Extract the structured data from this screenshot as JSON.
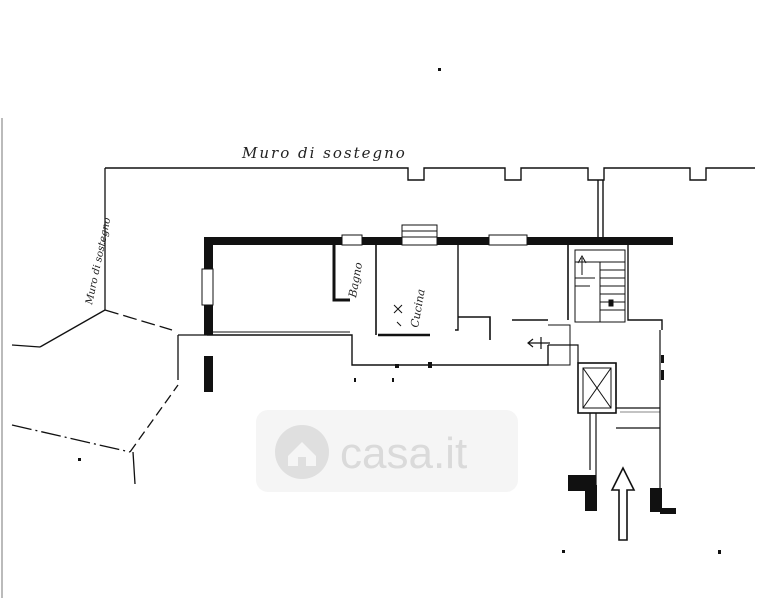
{
  "labels": {
    "retaining_wall_top": "Muro di sostegno",
    "retaining_wall_left": "Muro di sostegno",
    "bathroom": "Bagno",
    "kitchen": "Cucina"
  },
  "watermark": {
    "text": "casa.it",
    "icon": "house-icon"
  },
  "colors": {
    "ink": "#111111",
    "watermark": "#d6d6d6",
    "paper": "#ffffff"
  }
}
